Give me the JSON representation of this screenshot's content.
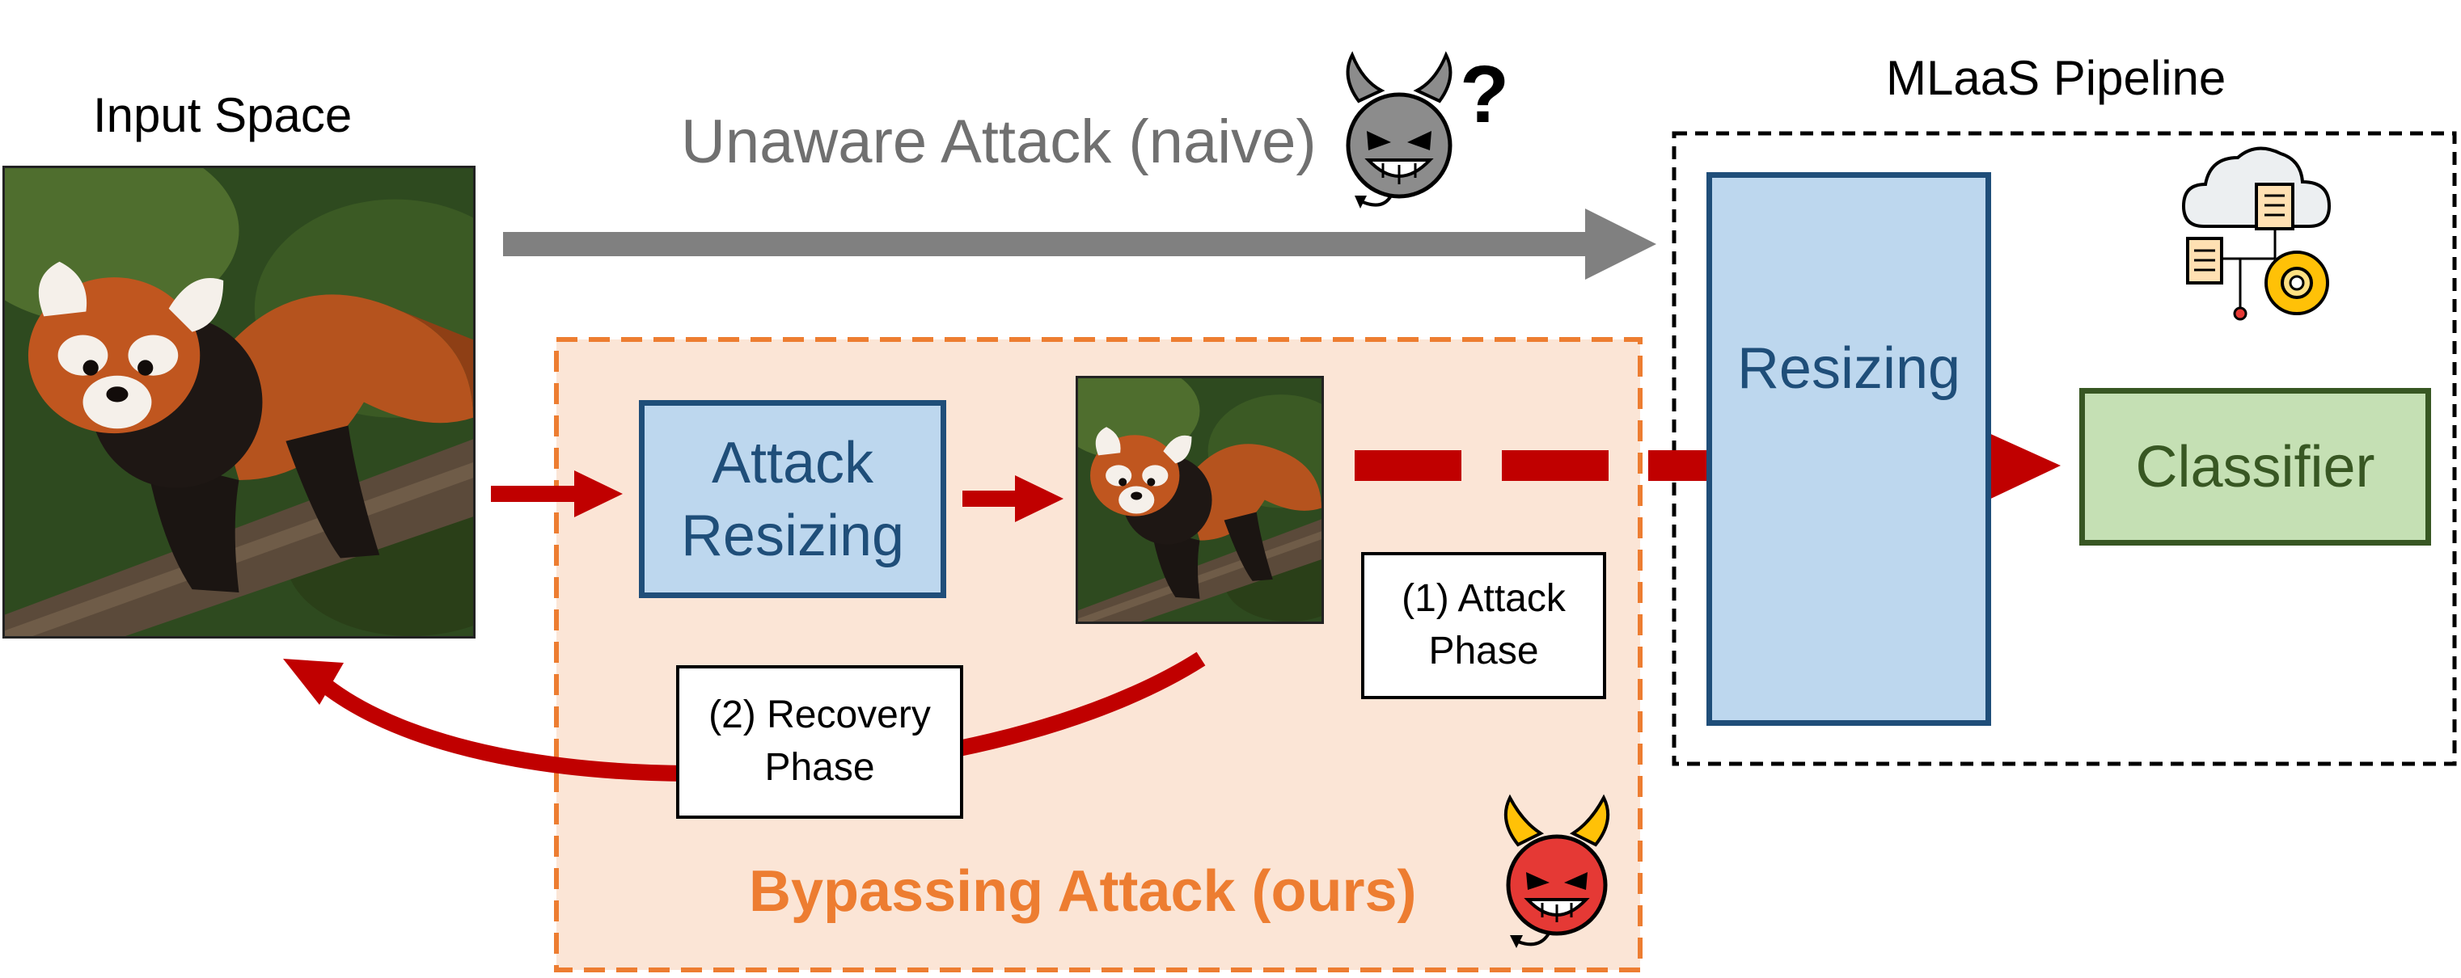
{
  "labels": {
    "input_space": "Input Space",
    "mlaas_pipeline": "MLaaS Pipeline",
    "unaware_attack": "Unaware Attack (naive)",
    "question_mark": "?",
    "bypassing_attack": "Bypassing Attack (ours)"
  },
  "boxes": {
    "attack_resizing": "Attack\nResizing",
    "resizing": "Resizing",
    "classifier": "Classifier",
    "attack_phase": "(1) Attack\nPhase",
    "recovery_phase": "(2) Recovery\nPhase"
  },
  "colors": {
    "orange_region_fill": "#FBE5D6",
    "orange_region_border": "#ED7D31",
    "blue_fill": "#BDD7EE",
    "blue_border": "#1F4E79",
    "green_fill": "#C5E0B4",
    "green_border": "#385723",
    "attack_arrow": "#C00000",
    "naive_arrow": "#808080",
    "devil_gray": "#8C8C8C",
    "devil_red": "#E53935"
  },
  "icons": {
    "naive_attacker": "gray-devil-icon",
    "ours_attacker": "red-devil-icon",
    "cloud_pipeline": "cloud-document-gear-icon"
  }
}
